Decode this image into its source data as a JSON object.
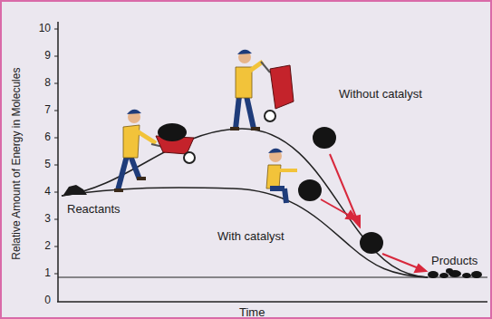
{
  "diagram": {
    "labels": [
      "10",
      "9",
      "8",
      "7",
      "6",
      "5",
      "4",
      "3",
      "2",
      "1",
      "0",
      "Relative Amount of Energy in Molecules",
      "Reactants",
      "Without catalyst",
      "With catalyst",
      "Products",
      "Time"
    ]
  }
}
